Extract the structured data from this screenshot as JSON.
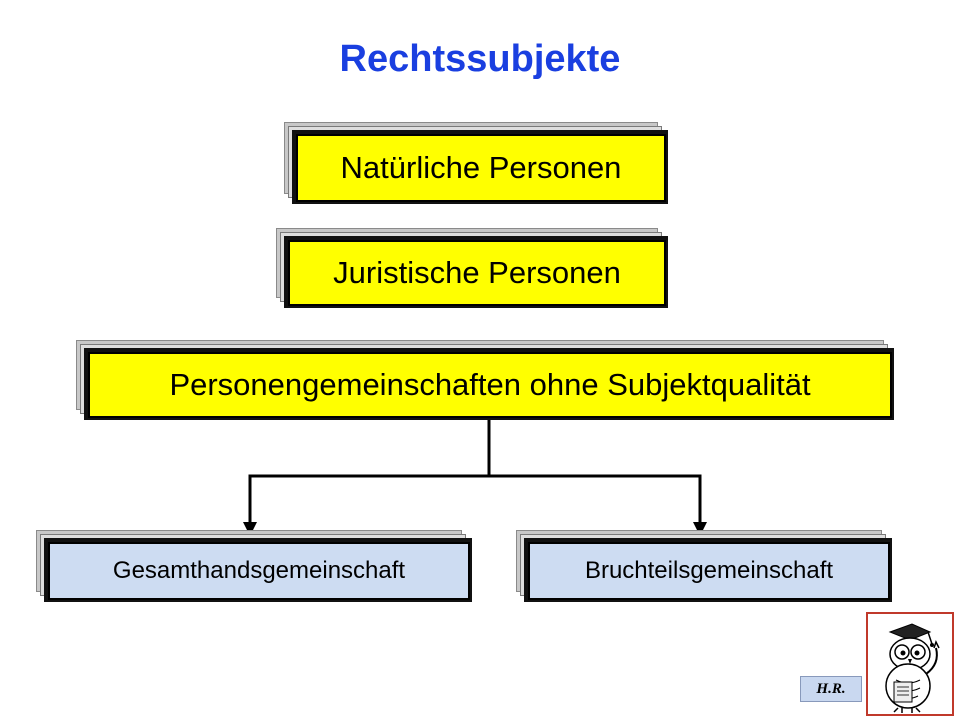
{
  "title": "Rechtssubjekte",
  "boxes": {
    "natural": "Natürliche Personen",
    "juristic": "Juristische Personen",
    "communities": "Personengemeinschaften ohne Subjektqualität",
    "joint": "Gesamthandsgemeinschaft",
    "fractional": "Bruchteilsgemeinschaft"
  },
  "logo": {
    "initials": "H.R."
  },
  "colors": {
    "title": "#1a3fe0",
    "primary_box": "#ffff00",
    "secondary_box": "#cddcf2",
    "logo_frame": "#c0392b"
  },
  "icons": [
    "owl-professor-icon"
  ]
}
